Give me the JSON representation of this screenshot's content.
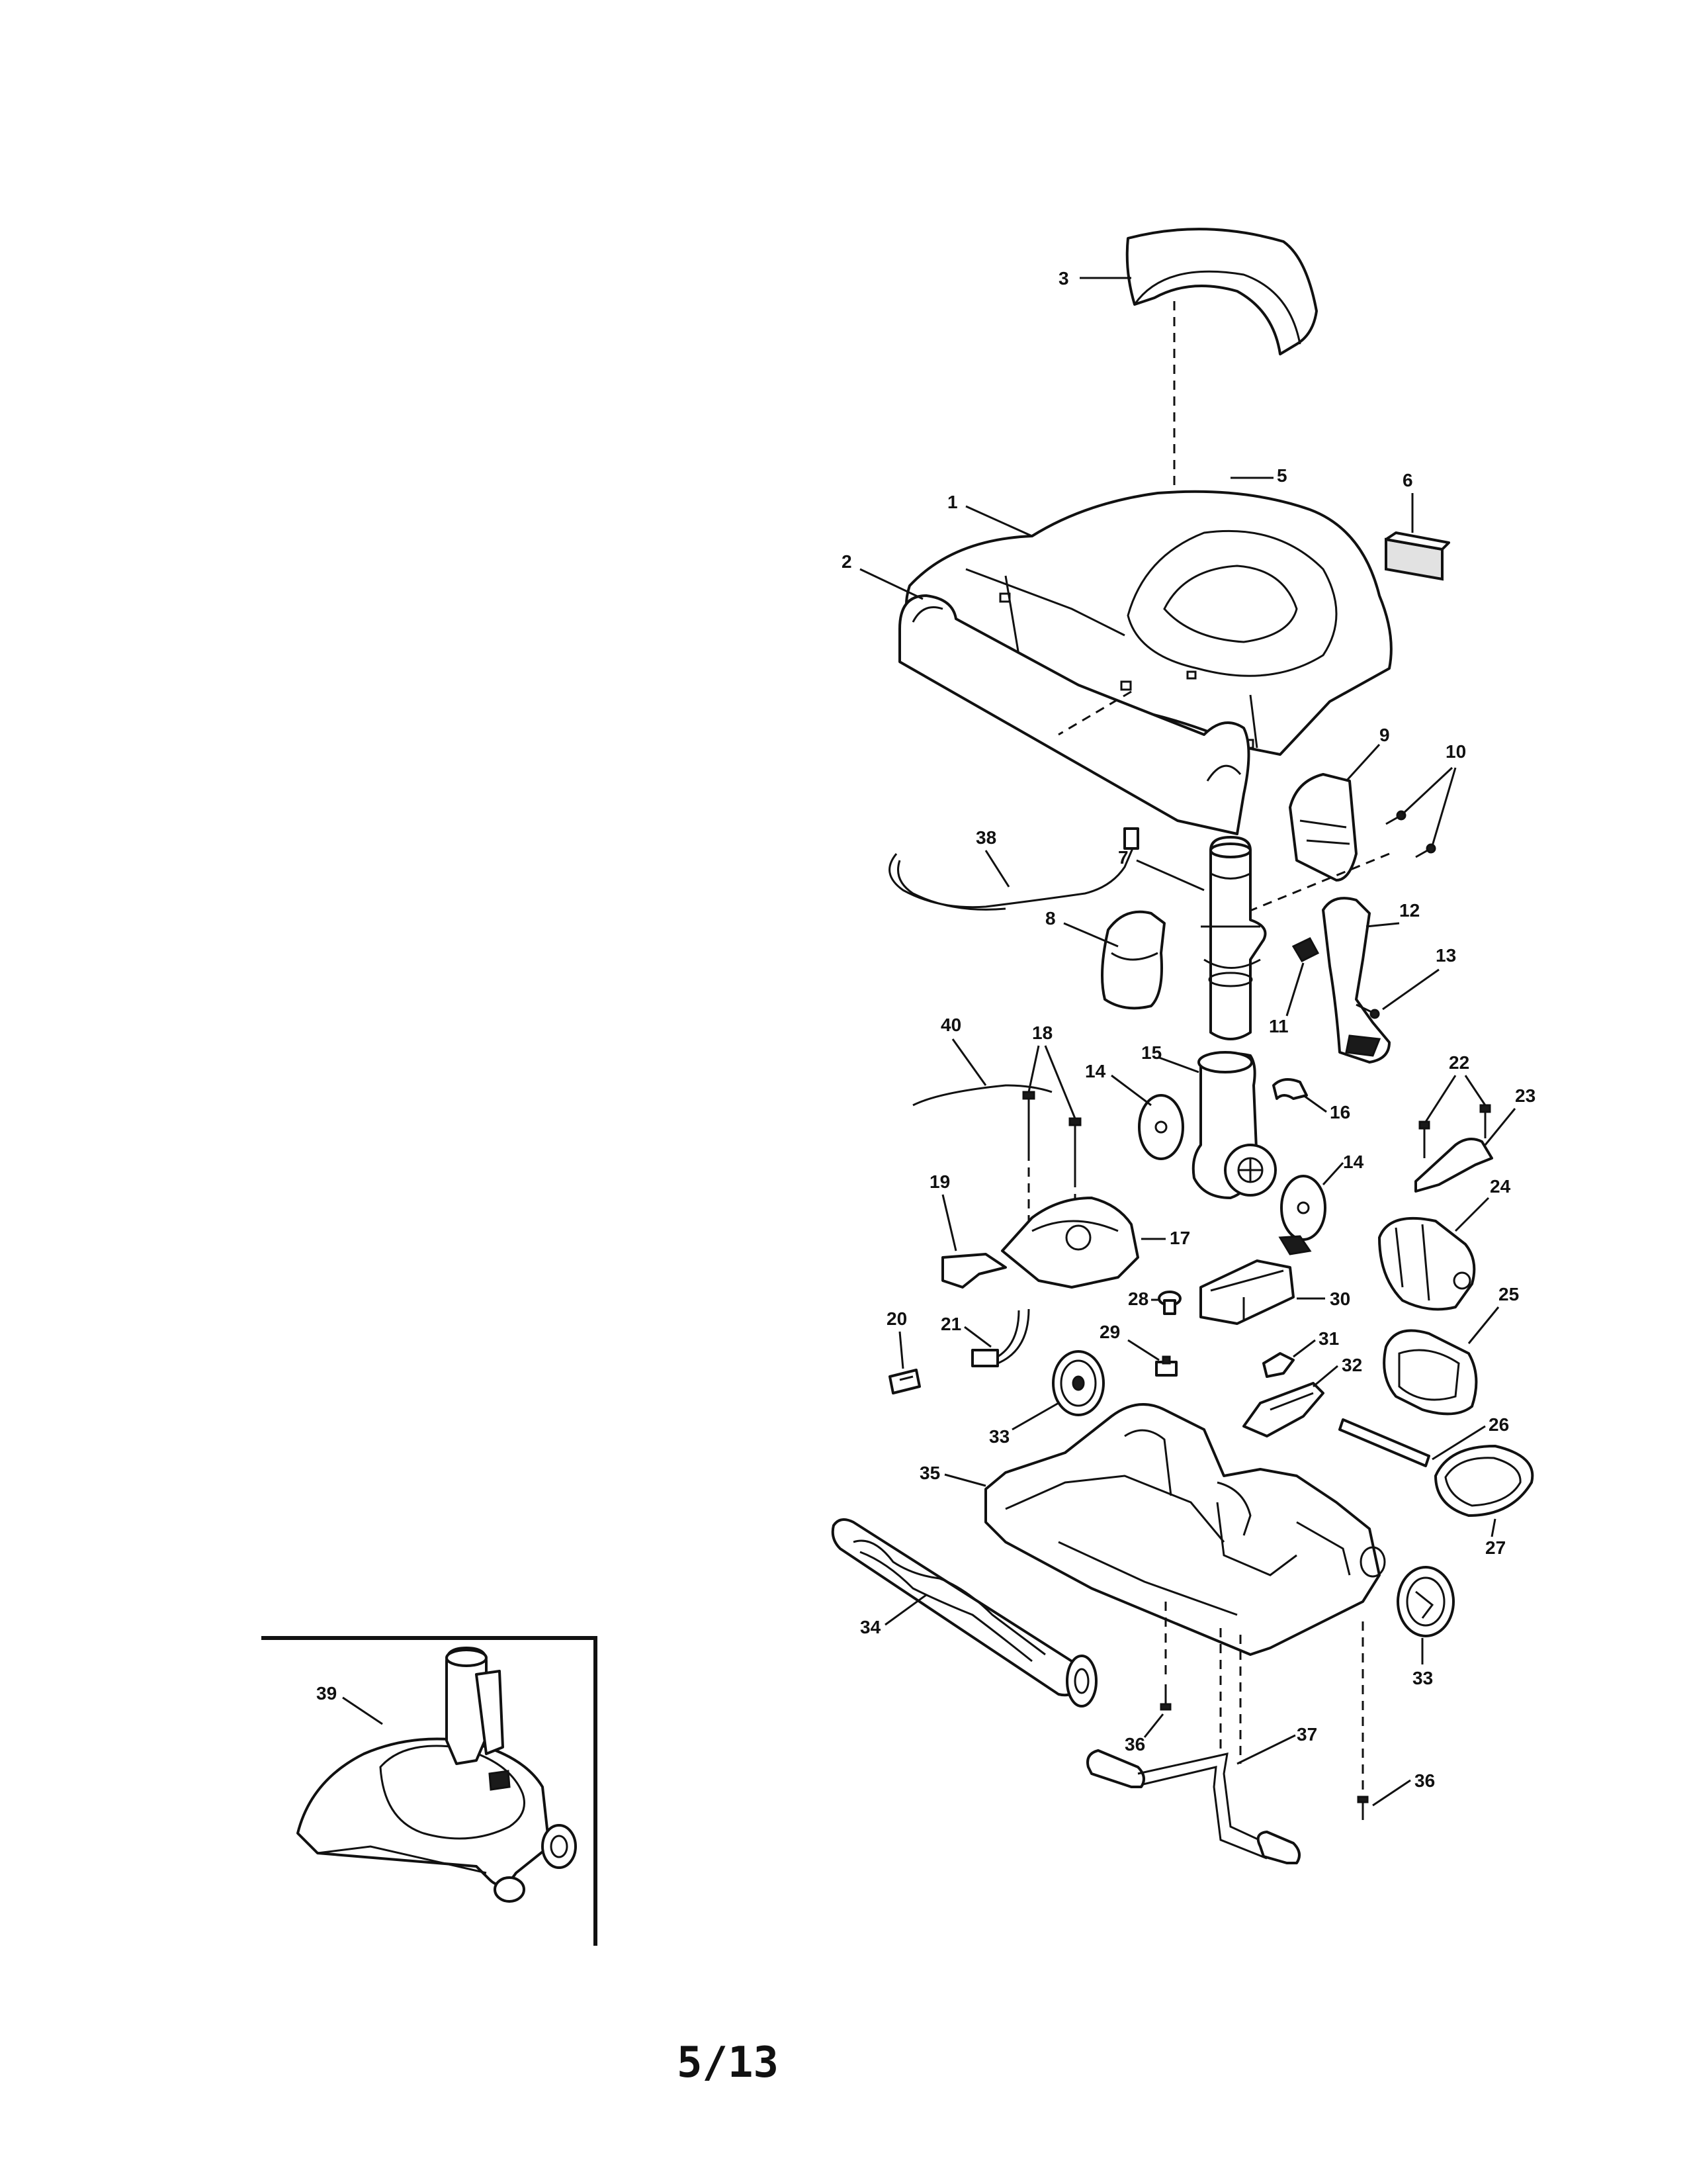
{
  "page": {
    "number": "5/13"
  },
  "callouts": {
    "c1": "1",
    "c2": "2",
    "c3": "3",
    "c5": "5",
    "c6": "6",
    "c7": "7",
    "c8": "8",
    "c9": "9",
    "c10": "10",
    "c11": "11",
    "c12": "12",
    "c13": "13",
    "c14a": "14",
    "c14b": "14",
    "c15": "15",
    "c16": "16",
    "c17": "17",
    "c18": "18",
    "c19": "19",
    "c20": "20",
    "c21": "21",
    "c22": "22",
    "c23": "23",
    "c24": "24",
    "c25": "25",
    "c26": "26",
    "c27": "27",
    "c28": "28",
    "c29": "29",
    "c30": "30",
    "c31": "31",
    "c32": "32",
    "c33a": "33",
    "c33b": "33",
    "c34": "34",
    "c35": "35",
    "c36a": "36",
    "c36b": "36",
    "c37": "37",
    "c38": "38",
    "c39": "39",
    "c40": "40"
  },
  "colors": {
    "line": "#111111",
    "shade": "#e2e2e2",
    "background": "#ffffff"
  }
}
